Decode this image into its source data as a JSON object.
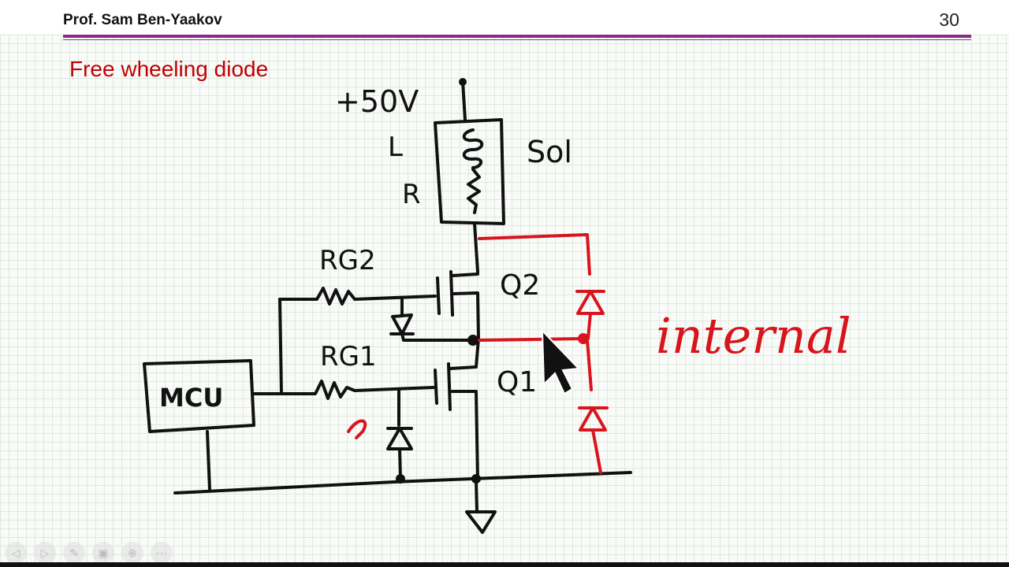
{
  "header": {
    "author": "Prof. Sam Ben-Yaakov",
    "page_number": "30"
  },
  "slide": {
    "title": "Free wheeling diode"
  },
  "schematic": {
    "supply": "+50V",
    "inductor": "L",
    "resistor": "R",
    "solenoid": "Sol",
    "rg2": "RG2",
    "rg1": "RG1",
    "mcu": "MCU",
    "q2": "Q2",
    "q1": "Q1",
    "question": "?",
    "internal": "internal"
  },
  "toolbar": {
    "buttons": [
      {
        "icon": "prev-icon",
        "glyph": "◁"
      },
      {
        "icon": "next-icon",
        "glyph": "▷"
      },
      {
        "icon": "pen-icon",
        "glyph": "✎"
      },
      {
        "icon": "slides-icon",
        "glyph": "▣"
      },
      {
        "icon": "zoom-icon",
        "glyph": "⊕"
      },
      {
        "icon": "more-icon",
        "glyph": "⋯"
      }
    ]
  }
}
